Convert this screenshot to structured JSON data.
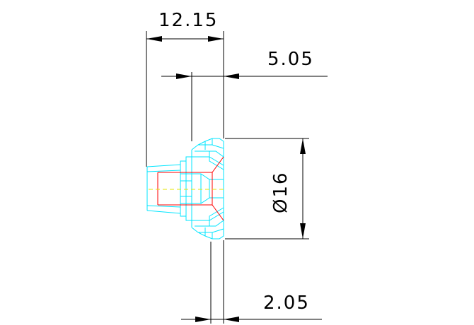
{
  "dimensions": {
    "overall_length": "12.15",
    "head_length": "5.05",
    "diameter": "Ø16",
    "flange_thickness": "2.05"
  },
  "colors": {
    "dimension": "#000000",
    "outline": "#00e5ff",
    "hidden": "#ff0000",
    "centerline": "#e6e600",
    "background": "#ffffff"
  }
}
